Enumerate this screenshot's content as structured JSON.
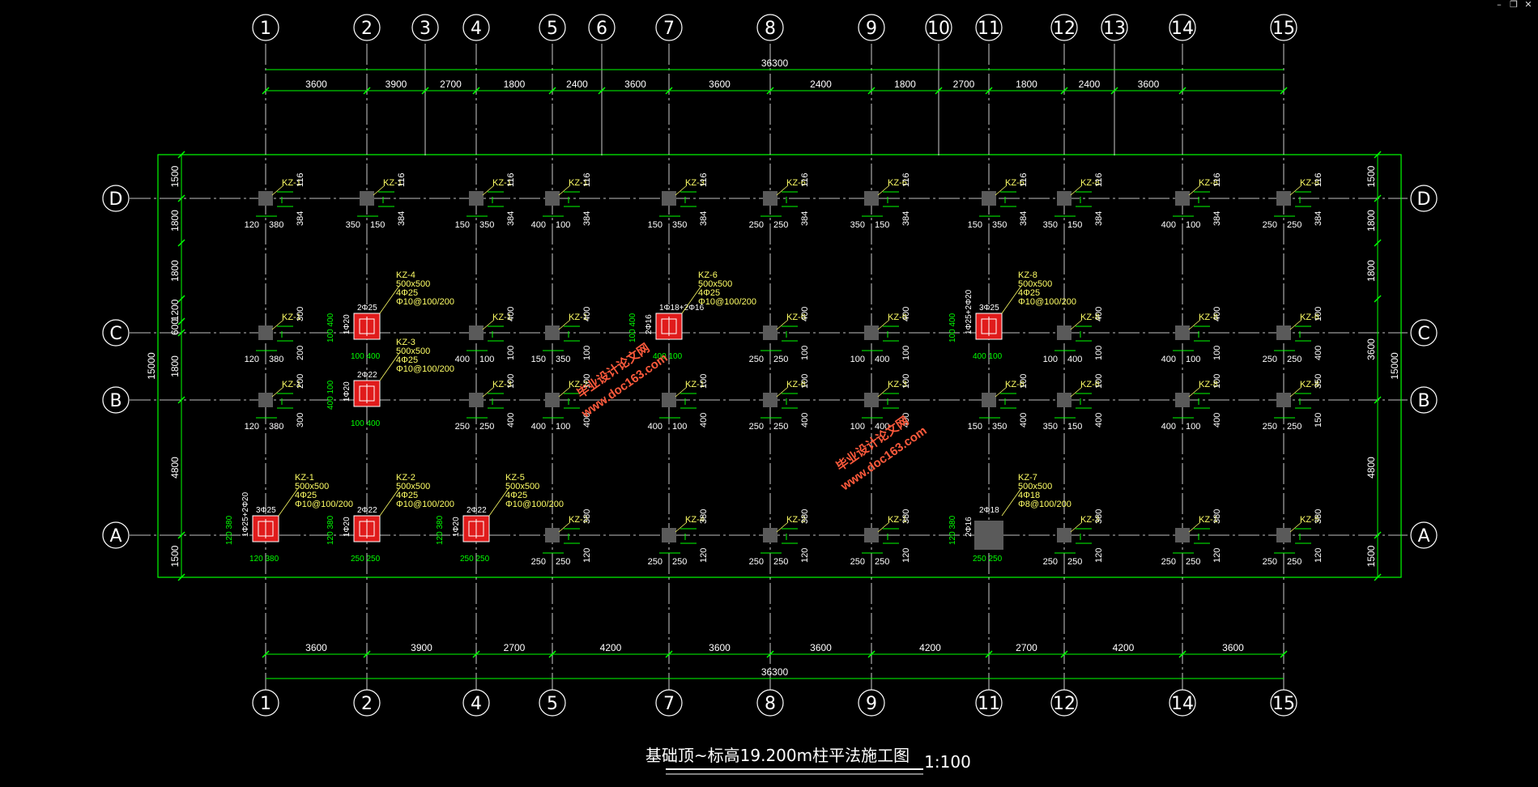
{
  "window_controls": {
    "minimize": "–",
    "restore": "❐",
    "close": "✕"
  },
  "colors": {
    "axis": "#ffffff",
    "dim": "#00ff00",
    "label": "#ffff66",
    "column": "#5a5a5a",
    "rebar": "#e01b1b",
    "watermark": "#ff5a3c"
  },
  "title": {
    "text": "基础顶~标高19.200m柱平法施工图",
    "scale": "1:100"
  },
  "axes_top": [
    "1",
    "2",
    "3",
    "4",
    "5",
    "6",
    "7",
    "8",
    "9",
    "10",
    "11",
    "12",
    "13",
    "14",
    "15"
  ],
  "axes_bottom": [
    "1",
    "2",
    "4",
    "5",
    "7",
    "8",
    "9",
    "11",
    "12",
    "14",
    "15"
  ],
  "rows": [
    "D",
    "C",
    "B",
    "A"
  ],
  "dims": {
    "top_total": "36300",
    "top_spans": [
      "3600",
      "3900",
      "2700",
      "1800",
      "2400",
      "3600",
      "3600",
      "2400",
      "1800",
      "2700",
      "1800",
      "2400",
      "3600"
    ],
    "bottom_total": "36300",
    "bottom_spans": [
      "3600",
      "3900",
      "2700",
      "4200",
      "3600",
      "3600",
      "4200",
      "2700",
      "4200",
      "3600"
    ],
    "left_total": "15000",
    "left_spans": [
      "1500",
      "1800",
      "1800",
      "1200",
      "600",
      "1800",
      "4800",
      "1500"
    ],
    "right_total": "15000",
    "right_spans": [
      "1500",
      "1800",
      "1800",
      "3600",
      "4800",
      "1500"
    ]
  },
  "columns": [
    {
      "label": "KZ-1",
      "axis": "1",
      "row": "D",
      "d1": "116",
      "d2": "384",
      "b1": "120",
      "b2": "380"
    },
    {
      "label": "KZ-1",
      "axis": "2",
      "row": "D",
      "d1": "116",
      "d2": "384",
      "b1": "350",
      "b2": "150"
    },
    {
      "label": "KZ-1",
      "axis": "4",
      "row": "D",
      "d1": "116",
      "d2": "384",
      "b1": "150",
      "b2": "350"
    },
    {
      "label": "KZ-1",
      "axis": "5",
      "row": "D",
      "d1": "116",
      "d2": "384",
      "b1": "400",
      "b2": "100"
    },
    {
      "label": "KZ-3",
      "axis": "7",
      "row": "D",
      "d1": "116",
      "d2": "384",
      "b1": "150",
      "b2": "350"
    },
    {
      "label": "KZ-6",
      "axis": "8",
      "row": "D",
      "d1": "116",
      "d2": "384",
      "b1": "250",
      "b2": "250"
    },
    {
      "label": "KZ-6",
      "axis": "9",
      "row": "D",
      "d1": "116",
      "d2": "384",
      "b1": "350",
      "b2": "150"
    },
    {
      "label": "KZ-6",
      "axis": "11",
      "row": "D",
      "d1": "116",
      "d2": "384",
      "b1": "150",
      "b2": "350"
    },
    {
      "label": "KZ-8",
      "axis": "12",
      "row": "D",
      "d1": "116",
      "d2": "384",
      "b1": "350",
      "b2": "150"
    },
    {
      "label": "KZ-8",
      "axis": "14",
      "row": "D",
      "d1": "116",
      "d2": "384",
      "b1": "400",
      "b2": "100"
    },
    {
      "label": "KZ-8",
      "axis": "15",
      "row": "D",
      "d1": "116",
      "d2": "384",
      "b1": "250",
      "b2": "250"
    },
    {
      "label": "KZ-1",
      "axis": "1",
      "row": "C",
      "d1": "300",
      "d2": "200",
      "b1": "120",
      "b2": "380"
    },
    {
      "label": "KZ-1",
      "axis": "4",
      "row": "C",
      "d1": "400",
      "d2": "100",
      "b1": "400",
      "b2": "100"
    },
    {
      "label": "KZ-1",
      "axis": "5",
      "row": "C",
      "d1": "400",
      "d2": "100",
      "b1": "150",
      "b2": "350"
    },
    {
      "label": "KZ-6",
      "axis": "8",
      "row": "C",
      "d1": "400",
      "d2": "100",
      "b1": "250",
      "b2": "250"
    },
    {
      "label": "KZ-6",
      "axis": "9",
      "row": "C",
      "d1": "400",
      "d2": "100",
      "b1": "100",
      "b2": "400"
    },
    {
      "label": "KZ-8",
      "axis": "12",
      "row": "C",
      "d1": "400",
      "d2": "100",
      "b1": "100",
      "b2": "400"
    },
    {
      "label": "KZ-8",
      "axis": "14",
      "row": "C",
      "d1": "400",
      "d2": "100",
      "b1": "400",
      "b2": "100"
    },
    {
      "label": "KZ-6",
      "axis": "15",
      "row": "C",
      "d1": "100",
      "d2": "400",
      "b1": "250",
      "b2": "250"
    },
    {
      "label": "KZ-1",
      "axis": "1",
      "row": "B",
      "d1": "200",
      "d2": "300",
      "b1": "120",
      "b2": "380"
    },
    {
      "label": "KZ-3",
      "axis": "4",
      "row": "B",
      "d1": "100",
      "d2": "400",
      "b1": "250",
      "b2": "250"
    },
    {
      "label": "KZ-2",
      "axis": "5",
      "row": "B",
      "d1": "100",
      "d2": "400",
      "b1": "400",
      "b2": "100"
    },
    {
      "label": "KZ-1",
      "axis": "7",
      "row": "B",
      "d1": "100",
      "d2": "400",
      "b1": "400",
      "b2": "100"
    },
    {
      "label": "KZ-6",
      "axis": "8",
      "row": "B",
      "d1": "100",
      "d2": "400",
      "b1": "250",
      "b2": "250"
    },
    {
      "label": "KZ-3",
      "axis": "9",
      "row": "B",
      "d1": "100",
      "d2": "400",
      "b1": "100",
      "b2": "400"
    },
    {
      "label": "KZ-6",
      "axis": "11",
      "row": "B",
      "d1": "100",
      "d2": "400",
      "b1": "150",
      "b2": "350"
    },
    {
      "label": "KZ-6",
      "axis": "12",
      "row": "B",
      "d1": "100",
      "d2": "400",
      "b1": "350",
      "b2": "150"
    },
    {
      "label": "KZ-8",
      "axis": "14",
      "row": "B",
      "d1": "100",
      "d2": "400",
      "b1": "400",
      "b2": "100"
    },
    {
      "label": "KZ-8",
      "axis": "15",
      "row": "B",
      "d1": "350",
      "d2": "150",
      "b1": "250",
      "b2": "250"
    },
    {
      "label": "KZ-2",
      "axis": "5",
      "row": "A",
      "d1": "380",
      "d2": "120",
      "b1": "250",
      "b2": "250"
    },
    {
      "label": "KZ-4",
      "axis": "7",
      "row": "A",
      "d1": "380",
      "d2": "120",
      "b1": "250",
      "b2": "250"
    },
    {
      "label": "KZ-2",
      "axis": "8",
      "row": "A",
      "d1": "380",
      "d2": "120",
      "b1": "250",
      "b2": "250"
    },
    {
      "label": "KZ-1",
      "axis": "9",
      "row": "A",
      "d1": "380",
      "d2": "120",
      "b1": "250",
      "b2": "250"
    },
    {
      "label": "KZ-3",
      "axis": "12",
      "row": "A",
      "d1": "380",
      "d2": "120",
      "b1": "250",
      "b2": "250"
    },
    {
      "label": "KZ-1",
      "axis": "14",
      "row": "A",
      "d1": "380",
      "d2": "120",
      "b1": "250",
      "b2": "250"
    },
    {
      "label": "KZ-5",
      "axis": "15",
      "row": "A",
      "d1": "380",
      "d2": "120",
      "b1": "250",
      "b2": "250"
    }
  ],
  "details": [
    {
      "axis": "2",
      "row": "C",
      "label": "KZ-4",
      "lines": [
        "500x500",
        "4Φ25",
        "Φ10@100/200"
      ],
      "rebar_top": "2Φ25",
      "rebar_side": "1Φ20",
      "dim_v": "100 400",
      "dim_h": "100 400"
    },
    {
      "axis": "7",
      "row": "C",
      "label": "KZ-6",
      "lines": [
        "500x500",
        "4Φ25",
        "Φ10@100/200"
      ],
      "rebar_top": "1Φ18+2Φ16",
      "rebar_side": "2Φ16",
      "dim_v": "100 400",
      "dim_h": "400 100"
    },
    {
      "axis": "11",
      "row": "C",
      "label": "KZ-8",
      "lines": [
        "500x500",
        "4Φ25",
        "Φ10@100/200"
      ],
      "rebar_top": "3Φ25",
      "rebar_side": "1Φ25+2Φ20",
      "dim_v": "100 400",
      "dim_h": "400 100"
    },
    {
      "axis": "2",
      "row": "B",
      "label": "KZ-3",
      "lines": [
        "500x500",
        "4Φ25",
        "Φ10@100/200"
      ],
      "rebar_top": "2Φ22",
      "rebar_side": "1Φ20",
      "dim_v": "400 100",
      "dim_h": "100 400"
    },
    {
      "axis": "1",
      "row": "A",
      "label": "KZ-1",
      "lines": [
        "500x500",
        "4Φ25",
        "Φ10@100/200"
      ],
      "rebar_top": "3Φ25",
      "rebar_side": "1Φ25+2Φ20",
      "dim_v": "120 380",
      "dim_h": "120 380"
    },
    {
      "axis": "2",
      "row": "A",
      "label": "KZ-2",
      "lines": [
        "500x500",
        "4Φ25",
        "Φ10@100/200"
      ],
      "rebar_top": "2Φ22",
      "rebar_side": "1Φ20",
      "dim_v": "120 380",
      "dim_h": "250 250"
    },
    {
      "axis": "4",
      "row": "A",
      "label": "KZ-5",
      "lines": [
        "500x500",
        "4Φ25",
        "Φ10@100/200"
      ],
      "rebar_top": "2Φ22",
      "rebar_side": "1Φ20",
      "dim_v": "120 380",
      "dim_h": "250 250"
    },
    {
      "axis": "11",
      "row": "A",
      "label": "KZ-7",
      "lines": [
        "500x500",
        "4Φ18",
        "Φ8@100/200"
      ],
      "rebar_top": "2Φ18",
      "rebar_side": "2Φ16",
      "dim_v": "120 380",
      "dim_h": "250 250"
    }
  ],
  "watermarks": [
    {
      "line1": "毕业设计论文网",
      "line2": "www.doc163.com"
    },
    {
      "line1": "毕业设计论文网",
      "line2": "www.doc163.com"
    }
  ]
}
